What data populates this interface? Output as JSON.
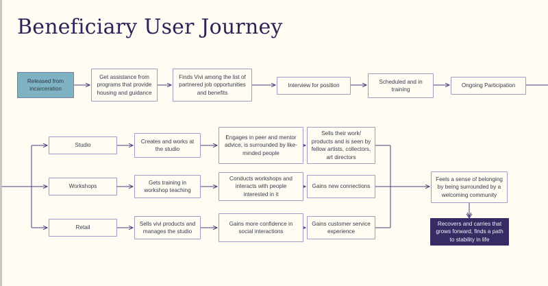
{
  "page": {
    "title": "Beneficiary User Journey",
    "background_color": "#FEFCF3",
    "accent_color": "#2E2358",
    "line_color": "#4B3F7A",
    "node_border_color": "#9F9BC4",
    "highlight_teal": "#7FB3C3",
    "highlight_dark": "#362B63"
  },
  "flow": {
    "top_row": [
      {
        "id": "released",
        "label": "Released from incarceration",
        "style": "teal"
      },
      {
        "id": "assistance",
        "label": "Get assistance from programs that provide housing and guidance",
        "style": "plain"
      },
      {
        "id": "finds-vivi",
        "label": "Finds Vivi among the list of partnered job opportunities and benefits",
        "style": "plain"
      },
      {
        "id": "interview",
        "label": "Interview for position",
        "style": "plain"
      },
      {
        "id": "scheduled",
        "label": "Scheduled and in training",
        "style": "plain"
      },
      {
        "id": "ongoing",
        "label": "Ongoing Participation",
        "style": "plain"
      }
    ],
    "branches": [
      {
        "id": "studio",
        "steps": [
          {
            "id": "studio-track",
            "label": "Studio"
          },
          {
            "id": "studio-creates",
            "label": "Creates and works at the studio"
          },
          {
            "id": "studio-engages",
            "label": "Engages in peer and mentor advice, is surrounded by like-minded people"
          },
          {
            "id": "studio-sells",
            "label": "Sells their work/ products and is seen by fellow artists, collectors, art directors"
          }
        ]
      },
      {
        "id": "workshops",
        "steps": [
          {
            "id": "workshops-track",
            "label": "Workshops"
          },
          {
            "id": "workshops-training",
            "label": "Gets training in workshop teaching"
          },
          {
            "id": "workshops-conducts",
            "label": "Conducts workshops and interacts with people interested in it"
          },
          {
            "id": "workshops-connections",
            "label": "Gains new connections"
          }
        ]
      },
      {
        "id": "retail",
        "steps": [
          {
            "id": "retail-track",
            "label": "Retail"
          },
          {
            "id": "retail-sells",
            "label": "Sells vivi products and manages the studio"
          },
          {
            "id": "retail-confidence",
            "label": "Gains more confidence in social interactions"
          },
          {
            "id": "retail-service",
            "label": "Gains customer service experience"
          }
        ]
      }
    ],
    "outcomes": [
      {
        "id": "belonging",
        "label": "Feels a sense of belonging by being surrounded by a welcoming community",
        "style": "plain"
      },
      {
        "id": "recovers",
        "label": "Recovers and carries that grows forward, finds  a path to stability in life",
        "style": "dark"
      }
    ]
  }
}
